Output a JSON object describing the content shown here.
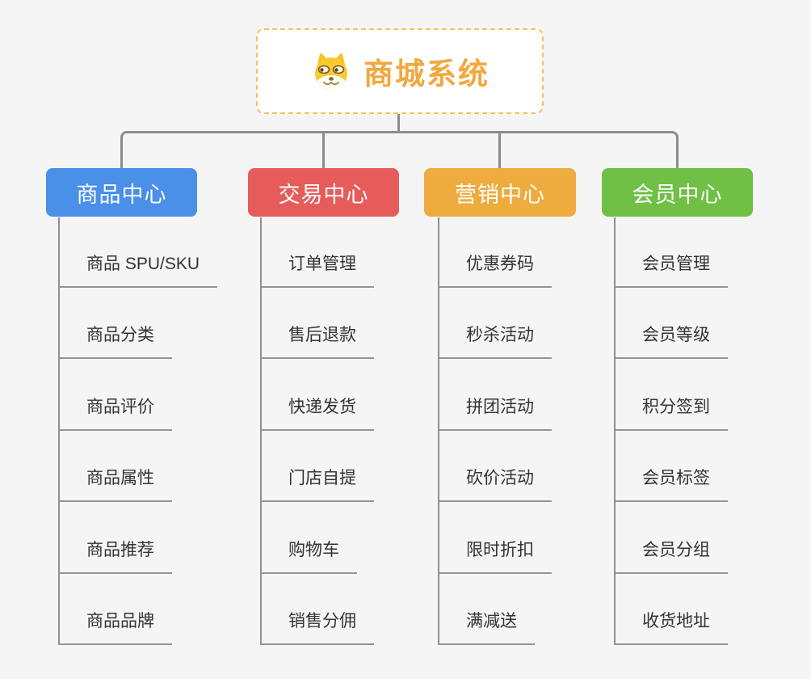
{
  "canvas": {
    "background_color": "#f5f5f6",
    "connector_color": "#8c8c8c"
  },
  "root": {
    "title": "商城系统",
    "icon": "dog-face-icon",
    "text_color": "#f2a83d",
    "border_color": "#f8c05a"
  },
  "branches": [
    {
      "label": "商品中心",
      "color": "#4a8fe8",
      "items": [
        "商品 SPU/SKU",
        "商品分类",
        "商品评价",
        "商品属性",
        "商品推荐",
        "商品品牌"
      ]
    },
    {
      "label": "交易中心",
      "color": "#e65c5b",
      "items": [
        "订单管理",
        "售后退款",
        "快递发货",
        "门店自提",
        "购物车",
        "销售分佣"
      ]
    },
    {
      "label": "营销中心",
      "color": "#eeac3e",
      "items": [
        "优惠券码",
        "秒杀活动",
        "拼团活动",
        "砍价活动",
        "限时折扣",
        "满减送"
      ]
    },
    {
      "label": "会员中心",
      "color": "#6fc044",
      "items": [
        "会员管理",
        "会员等级",
        "积分签到",
        "会员标签",
        "会员分组",
        "收货地址"
      ]
    }
  ]
}
